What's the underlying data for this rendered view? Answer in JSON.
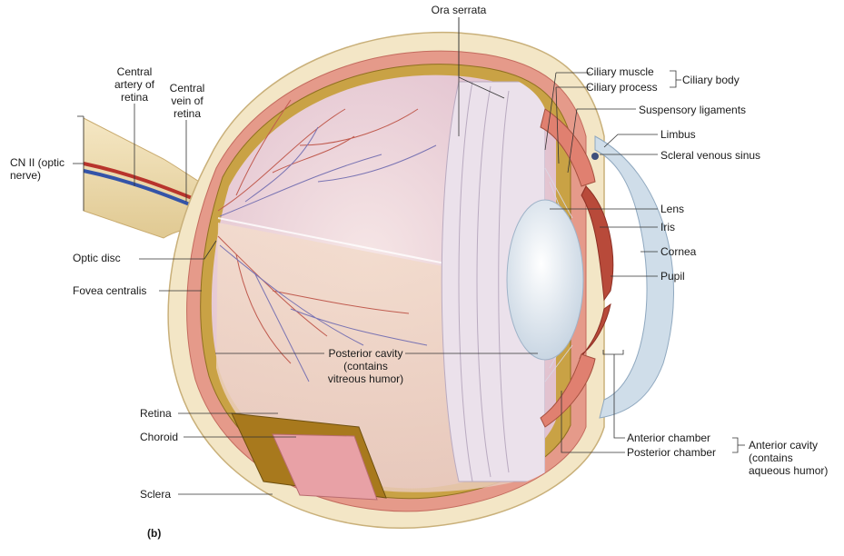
{
  "panel_letter": "(b)",
  "labels": {
    "ora_serrata": "Ora serrata",
    "central_artery": "Central\nartery of\nretina",
    "central_vein": "Central\nvein of\nretina",
    "optic_nerve": "CN II (optic\nnerve)",
    "optic_disc": "Optic disc",
    "fovea": "Fovea centralis",
    "retina": "Retina",
    "choroid": "Choroid",
    "sclera": "Sclera",
    "posterior_cavity": "Posterior cavity\n(contains\nvitreous humor)",
    "ciliary_muscle": "Ciliary muscle",
    "ciliary_process": "Ciliary process",
    "ciliary_body": "Ciliary body",
    "suspensory": "Suspensory ligaments",
    "limbus": "Limbus",
    "scleral_sinus": "Scleral venous sinus",
    "lens": "Lens",
    "iris": "Iris",
    "cornea": "Cornea",
    "pupil": "Pupil",
    "anterior_chamber": "Anterior chamber",
    "posterior_chamber": "Posterior chamber",
    "anterior_cavity": "Anterior cavity\n(contains\naqueous humor)"
  }
}
